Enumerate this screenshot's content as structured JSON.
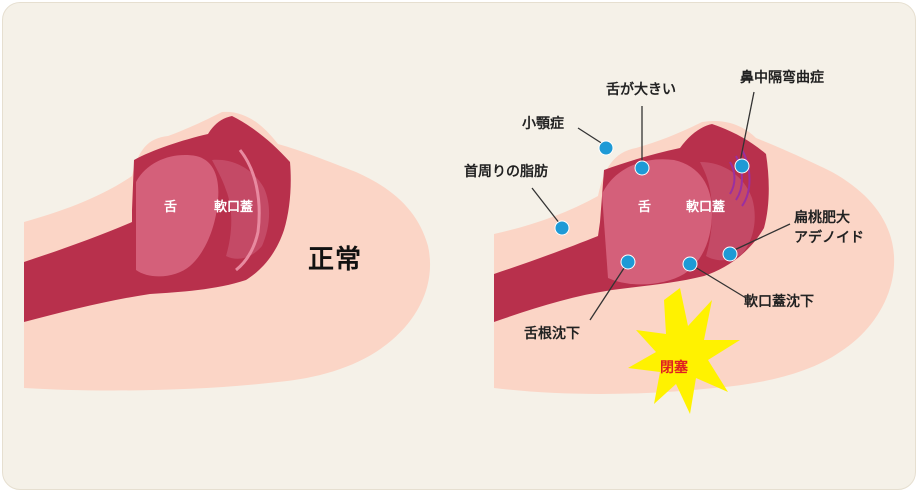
{
  "colors": {
    "panel_bg": "#f5f1e8",
    "face": "#fbd5c6",
    "airway": "#b8304c",
    "tongue": "#d4607a",
    "point": "#1e9ad6",
    "burst": "#fff200",
    "alert_text": "#e02020"
  },
  "normal": {
    "title": "正常",
    "tongue_label": "舌",
    "palate_label": "軟口蓋"
  },
  "apnea": {
    "tongue_label": "舌",
    "palate_label": "軟口蓋",
    "obstruction_label": "閉塞",
    "causes": {
      "big_tongue": "舌が大きい",
      "septum": "鼻中隔弯曲症",
      "small_jaw": "小顎症",
      "neck_fat": "首周りの脂肪",
      "tonsil_line1": "扁桃肥大",
      "tonsil_line2": "アデノイド",
      "tongue_root": "舌根沈下",
      "palate_drop": "軟口蓋沈下"
    }
  }
}
